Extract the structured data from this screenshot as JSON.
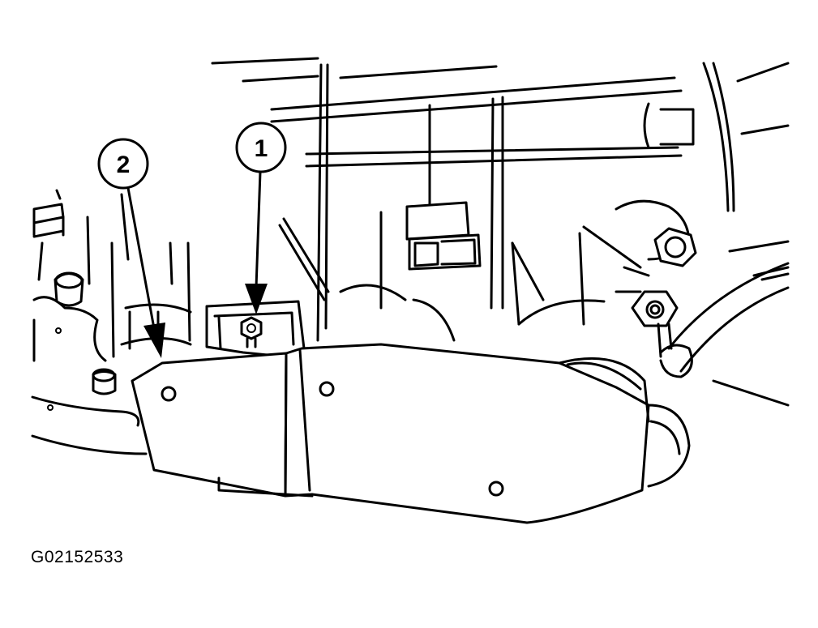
{
  "figure": {
    "identifier": "G02152533",
    "callouts": [
      {
        "label": "1"
      },
      {
        "label": "2"
      }
    ]
  },
  "colors": {
    "line": "#000000",
    "background": "#ffffff"
  }
}
